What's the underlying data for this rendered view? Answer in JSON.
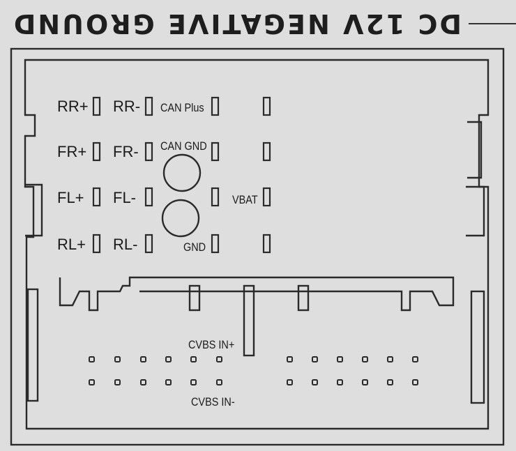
{
  "header": {
    "title": "DC 12V NEGATIVE GROUND"
  },
  "labels": {
    "rr_plus": "RR+",
    "rr_minus": "RR-",
    "can_plus": "CAN Plus",
    "fr_plus": "FR+",
    "fr_minus": "FR-",
    "can_gnd": "CAN GND",
    "fl_plus": "FL+",
    "fl_minus": "FL-",
    "vbat": "VBAT",
    "rl_plus": "RL+",
    "rl_minus": "RL-",
    "gnd": "GND",
    "cvbs_in_plus": "CVBS IN+",
    "cvbs_in_minus": "CVBS IN-"
  }
}
